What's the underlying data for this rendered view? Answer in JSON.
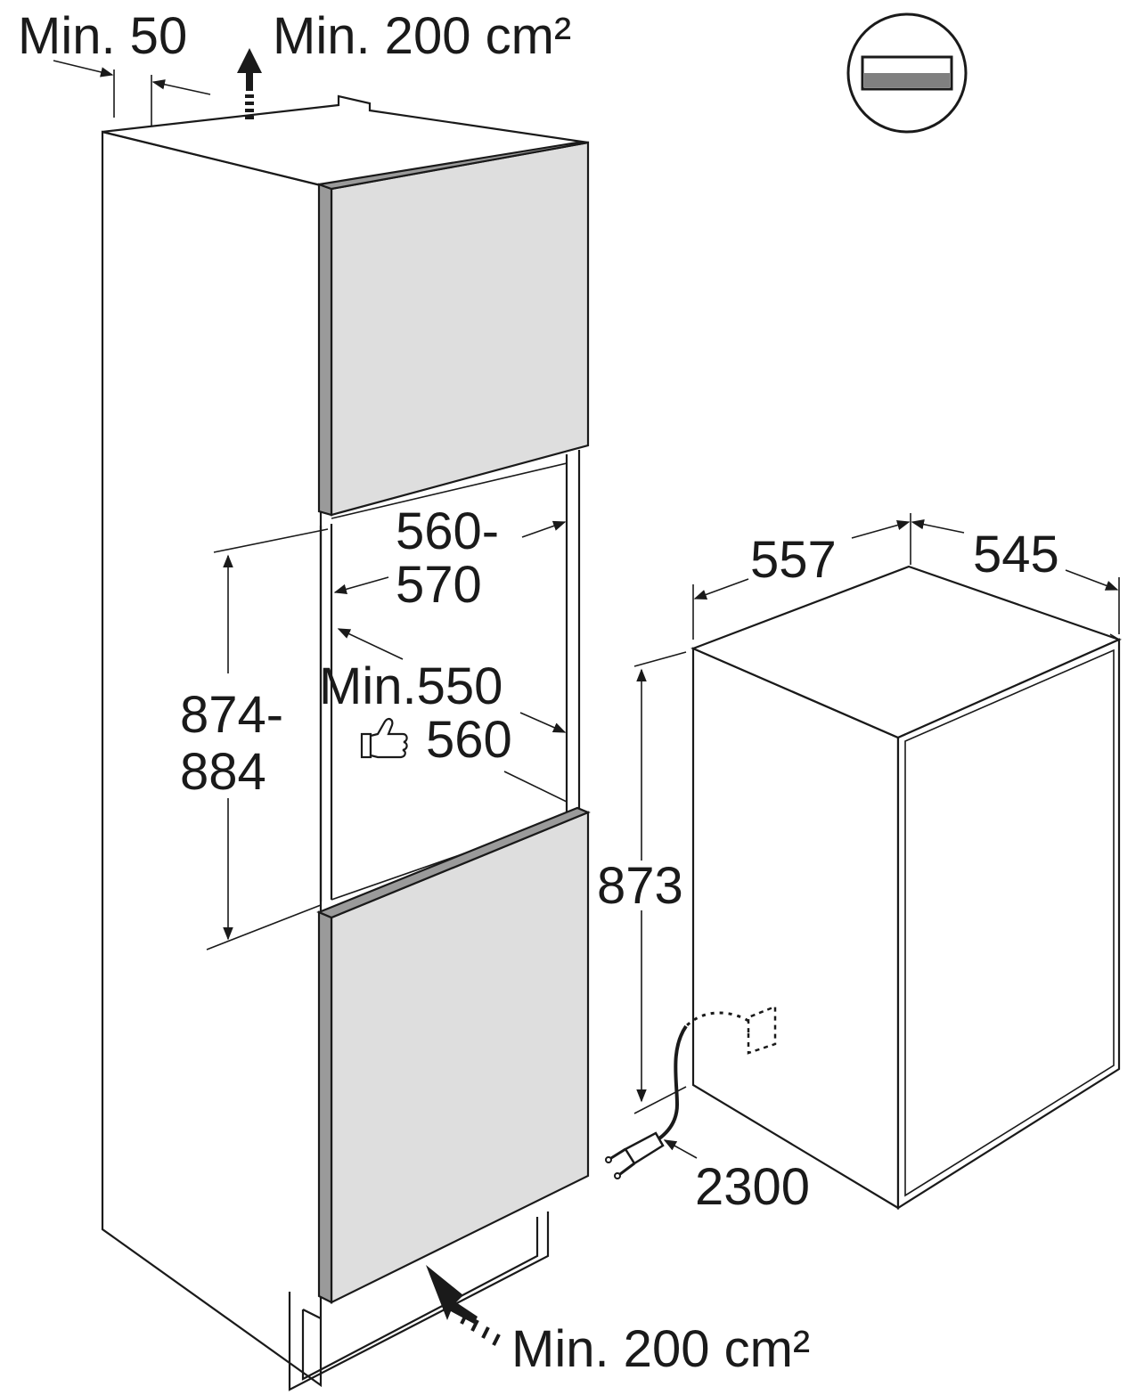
{
  "labels": {
    "top_side_gap": "Min. 50",
    "top_vent": "Min. 200 cm²",
    "niche_width_line1": "560-",
    "niche_width_line2": "570",
    "niche_height_line1": "874-",
    "niche_height_line2": "884",
    "niche_depth_min": "Min.550",
    "niche_depth_recommended": "560",
    "appliance_width": "557",
    "appliance_depth": "545",
    "appliance_height": "873",
    "cable_length": "2300",
    "bottom_vent": "Min. 200 cm²"
  },
  "icons": {
    "installation_type": "built-in-appliance-icon",
    "recommended": "thumbs-up-icon",
    "plug": "power-plug-icon"
  },
  "colors": {
    "line": "#1a1a1a",
    "door_panel": "#dedede",
    "door_edge": "#9a9a9a"
  }
}
